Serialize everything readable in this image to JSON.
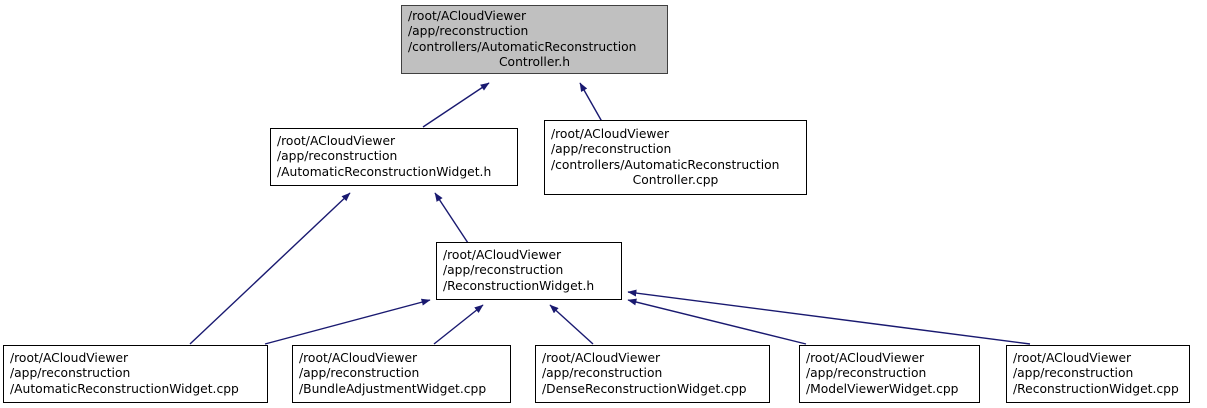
{
  "diagram": {
    "type": "include-dependency-graph",
    "title": "/root/ACloudViewer/app/reconstruction/controllers/AutomaticReconstructionController.h",
    "colors": {
      "node_fill": "#ffffff",
      "root_fill": "#c0c0c0",
      "node_border": "#000000",
      "root_border": "#404040",
      "edge": "#191970",
      "text": "#000000",
      "background": "#ffffff"
    },
    "nodes": [
      {
        "id": "root",
        "is_root": true,
        "line1": "/root/ACloudViewer",
        "line2": "/app/reconstruction",
        "line3": "/controllers/AutomaticReconstruction",
        "line4": "Controller.h"
      },
      {
        "id": "auto_recon_widget_h",
        "is_root": false,
        "line1": "/root/ACloudViewer",
        "line2": "/app/reconstruction",
        "line3": "/AutomaticReconstructionWidget.h",
        "line4": ""
      },
      {
        "id": "auto_recon_controller_cpp",
        "is_root": false,
        "line1": "/root/ACloudViewer",
        "line2": "/app/reconstruction",
        "line3": "/controllers/AutomaticReconstruction",
        "line4": "Controller.cpp"
      },
      {
        "id": "recon_widget_h",
        "is_root": false,
        "line1": "/root/ACloudViewer",
        "line2": "/app/reconstruction",
        "line3": "/ReconstructionWidget.h",
        "line4": ""
      },
      {
        "id": "auto_recon_widget_cpp",
        "is_root": false,
        "line1": "/root/ACloudViewer",
        "line2": "/app/reconstruction",
        "line3": "/AutomaticReconstructionWidget.cpp",
        "line4": ""
      },
      {
        "id": "bundle_adjustment_widget_cpp",
        "is_root": false,
        "line1": "/root/ACloudViewer",
        "line2": "/app/reconstruction",
        "line3": "/BundleAdjustmentWidget.cpp",
        "line4": ""
      },
      {
        "id": "dense_recon_widget_cpp",
        "is_root": false,
        "line1": "/root/ACloudViewer",
        "line2": "/app/reconstruction",
        "line3": "/DenseReconstructionWidget.cpp",
        "line4": ""
      },
      {
        "id": "model_viewer_widget_cpp",
        "is_root": false,
        "line1": "/root/ACloudViewer",
        "line2": "/app/reconstruction",
        "line3": "/ModelViewerWidget.cpp",
        "line4": ""
      },
      {
        "id": "recon_widget_cpp",
        "is_root": false,
        "line1": "/root/ACloudViewer",
        "line2": "/app/reconstruction",
        "line3": "/ReconstructionWidget.cpp",
        "line4": ""
      }
    ],
    "edges": [
      {
        "from": "auto_recon_widget_h",
        "to": "root"
      },
      {
        "from": "auto_recon_controller_cpp",
        "to": "root"
      },
      {
        "from": "auto_recon_widget_cpp",
        "to": "auto_recon_widget_h"
      },
      {
        "from": "recon_widget_h",
        "to": "auto_recon_widget_h"
      },
      {
        "from": "auto_recon_widget_cpp",
        "to": "recon_widget_h"
      },
      {
        "from": "bundle_adjustment_widget_cpp",
        "to": "recon_widget_h"
      },
      {
        "from": "dense_recon_widget_cpp",
        "to": "recon_widget_h"
      },
      {
        "from": "model_viewer_widget_cpp",
        "to": "recon_widget_h"
      },
      {
        "from": "recon_widget_cpp",
        "to": "recon_widget_h"
      }
    ]
  }
}
